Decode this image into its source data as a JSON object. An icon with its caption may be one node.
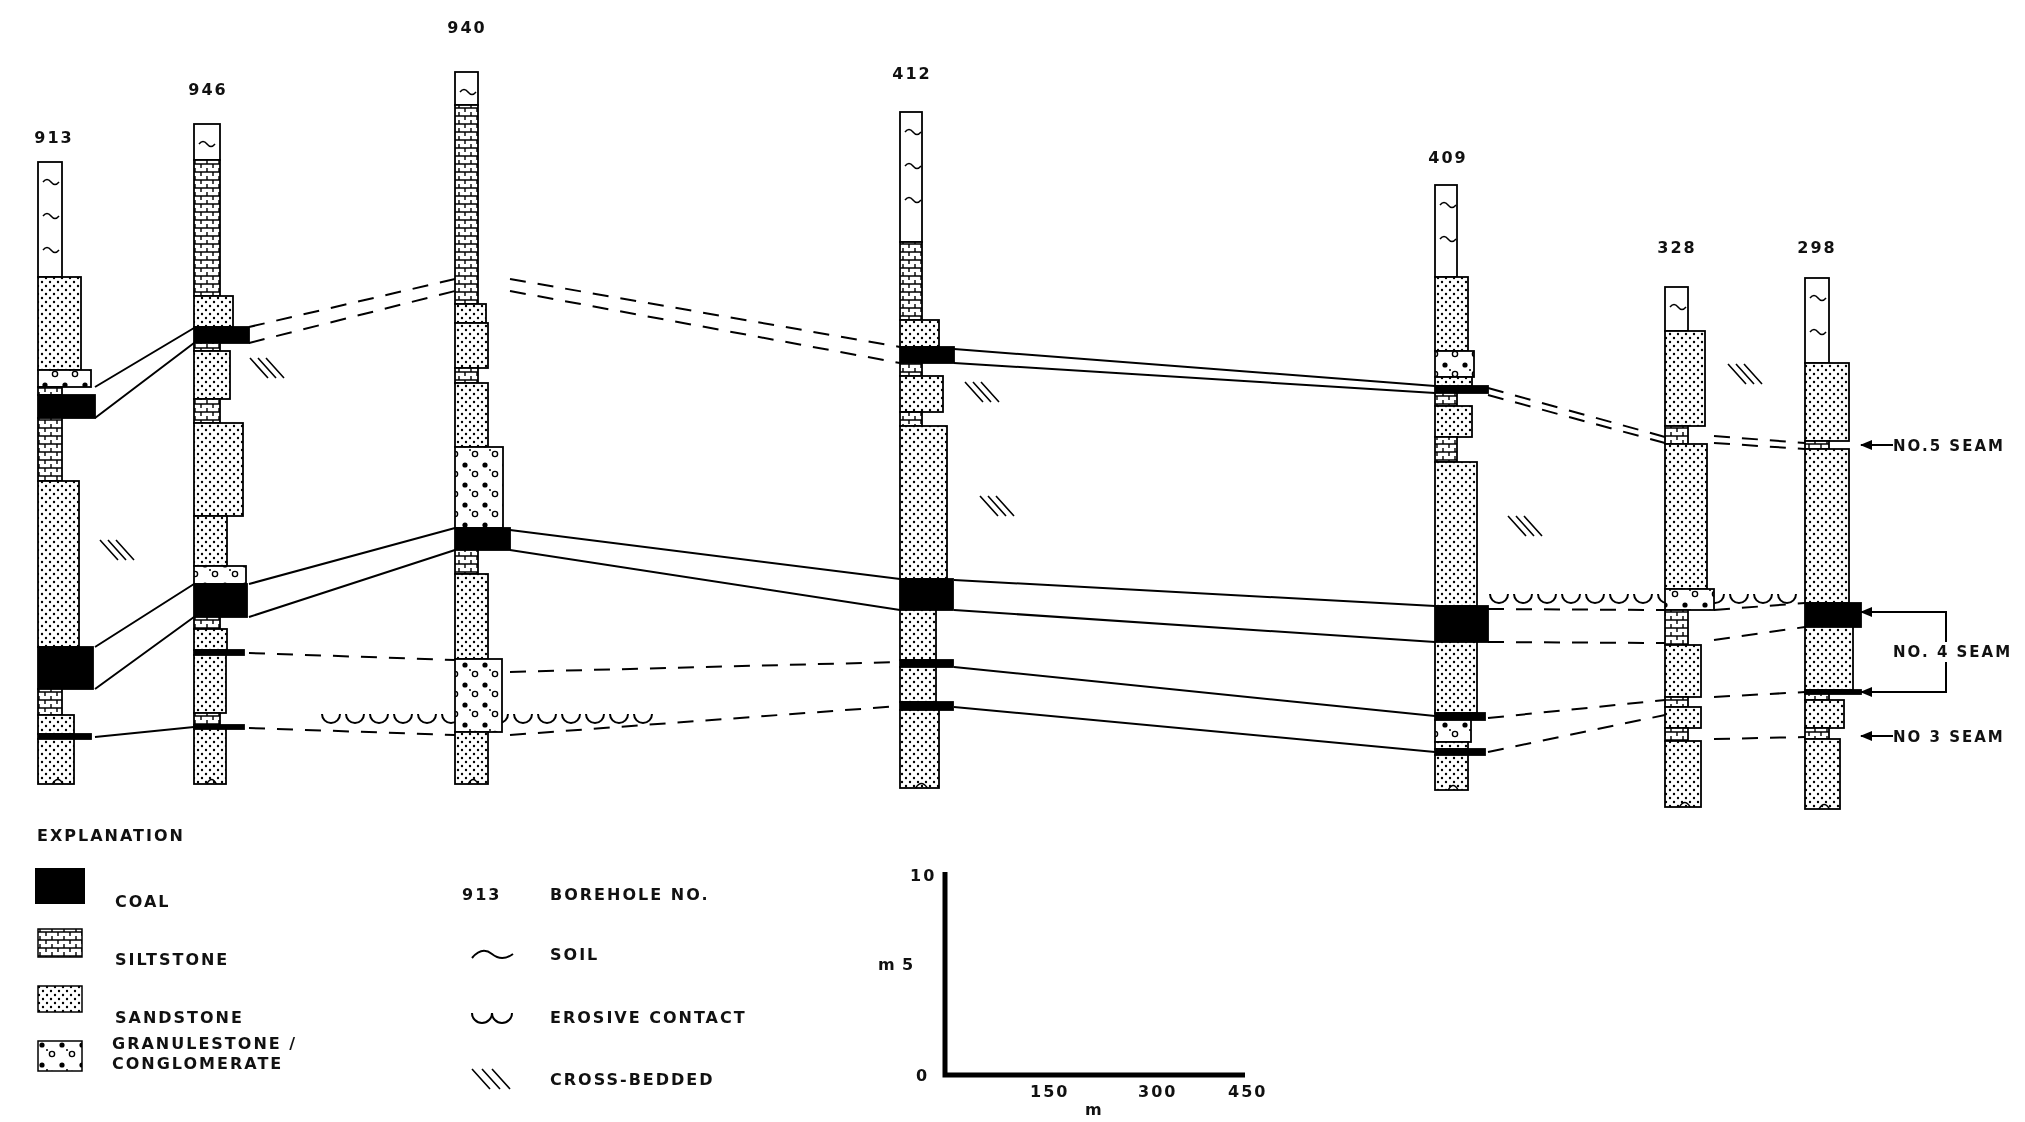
{
  "diagram": {
    "nodes": [
      {
        "text": [
          "913"
        ]
      },
      {
        "text": [
          "946"
        ]
      },
      {
        "text": [
          "940"
        ]
      },
      {
        "text": [
          "412"
        ]
      },
      {
        "text": [
          "409"
        ]
      },
      {
        "text": [
          "328"
        ]
      },
      {
        "text": [
          "298"
        ]
      },
      {
        "text": [
          "NO.5 SEAM"
        ]
      },
      {
        "text": [
          "NO. 4 SEAM"
        ]
      },
      {
        "text": [
          "NO 3 SEAM"
        ]
      }
    ],
    "edges": [
      {
        "from": 0,
        "to": 1,
        "arrow": "none"
      },
      {
        "from": 1,
        "to": 2,
        "arrow": "none",
        "style": "dashed"
      },
      {
        "from": 2,
        "to": 3,
        "arrow": "none",
        "style": "dashed"
      },
      {
        "from": 3,
        "to": 4,
        "arrow": "none"
      },
      {
        "from": 4,
        "to": 5,
        "arrow": "none",
        "style": "dashed"
      },
      {
        "from": 5,
        "to": 6,
        "arrow": "none",
        "style": "dashed"
      },
      {
        "from": 0,
        "to": 1,
        "arrow": "none"
      },
      {
        "from": 1,
        "to": 2,
        "arrow": "none"
      },
      {
        "from": 2,
        "to": 3,
        "arrow": "none"
      },
      {
        "from": 3,
        "to": 4,
        "arrow": "none"
      },
      {
        "from": 4,
        "to": 5,
        "arrow": "none",
        "style": "dashed"
      },
      {
        "from": 5,
        "to": 6,
        "arrow": "none",
        "style": "dashed"
      },
      {
        "from": 1,
        "to": 2,
        "arrow": "none",
        "style": "dashed"
      },
      {
        "from": 2,
        "to": 3,
        "arrow": "none",
        "style": "dashed"
      },
      {
        "from": 3,
        "to": 4,
        "arrow": "none"
      },
      {
        "from": 4,
        "to": 5,
        "arrow": "none",
        "style": "dashed"
      },
      {
        "from": 5,
        "to": 6,
        "arrow": "none",
        "style": "dashed"
      },
      {
        "from": 0,
        "to": 1,
        "arrow": "none"
      },
      {
        "from": 1,
        "to": 2,
        "arrow": "none",
        "style": "dashed"
      },
      {
        "from": 2,
        "to": 3,
        "arrow": "none",
        "style": "dashed"
      },
      {
        "from": 3,
        "to": 4,
        "arrow": "none"
      },
      {
        "from": 4,
        "to": 5,
        "arrow": "none",
        "style": "dashed"
      },
      {
        "from": 5,
        "to": 6,
        "arrow": "none",
        "style": "dashed"
      },
      {
        "from": 7,
        "to": 6,
        "arrow": "to"
      },
      {
        "from": 8,
        "to": 6,
        "arrow": "to"
      },
      {
        "from": 8,
        "to": 6,
        "arrow": "to"
      },
      {
        "from": 9,
        "to": 6,
        "arrow": "to"
      }
    ],
    "labels": [
      "EXPLANATION",
      "913",
      "10",
      "m",
      "5",
      "0",
      "150",
      "300",
      "450",
      "m"
    ],
    "legend": [
      {
        "text": "COAL",
        "color": "#000000"
      },
      {
        "text": "SILTSTONE"
      },
      {
        "text": "SANDSTONE"
      },
      {
        "text": "GRANULESTONE / CONGLOMERATE"
      },
      {
        "text": "BOREHOLE NO."
      },
      {
        "text": "SOIL"
      },
      {
        "text": "EROSIVE CONTACT"
      },
      {
        "text": "CROSS-BEDDED"
      }
    ]
  }
}
